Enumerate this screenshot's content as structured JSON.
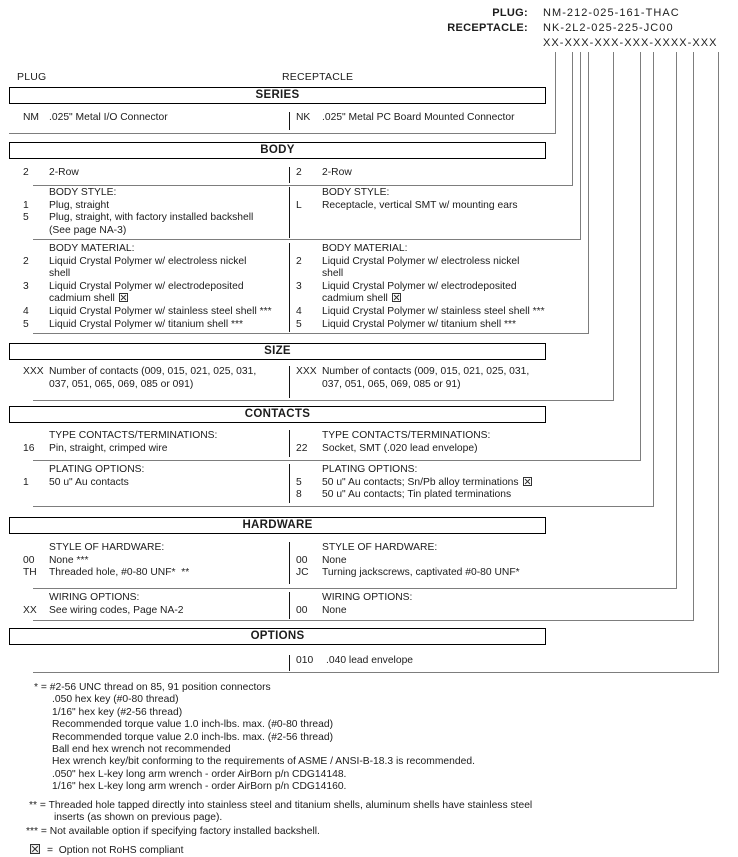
{
  "colors": {
    "text": "#1c1c1c",
    "box_border": "#000000",
    "connector_line": "#7d7d7d"
  },
  "header": {
    "plug_label": "PLUG:",
    "plug_value": "NM-212-025-161-THAC",
    "receptacle_label": "RECEPTACLE:",
    "receptacle_value": "NK-2L2-025-225-JC00",
    "mask": "XX-XXX-XXX-XXX-XXXX-XXX"
  },
  "columns": {
    "left": "PLUG",
    "right": "RECEPTACLE"
  },
  "sections": {
    "series": {
      "title": "SERIES",
      "left": {
        "code": "NM",
        "lines": [
          ".025\" Metal I/O Connector"
        ]
      },
      "right": {
        "code": "NK",
        "lines": [
          ".025\" Metal PC Board Mounted Connector"
        ]
      }
    },
    "body": {
      "title": "BODY",
      "row": {
        "left": {
          "code": "2",
          "lines": [
            "2-Row"
          ]
        },
        "right": {
          "code": "2",
          "lines": [
            "2-Row"
          ]
        }
      },
      "style": {
        "left": {
          "header": "BODY STYLE:",
          "items": [
            {
              "code": "1",
              "lines": [
                "Plug, straight"
              ]
            },
            {
              "code": "5",
              "lines": [
                "Plug, straight, with factory installed backshell",
                "(See page NA-3)"
              ]
            }
          ]
        },
        "right": {
          "header": "BODY STYLE:",
          "items": [
            {
              "code": "L",
              "lines": [
                "Receptacle, vertical SMT w/ mounting ears"
              ]
            }
          ]
        }
      },
      "material": {
        "left": {
          "header": "BODY MATERIAL:",
          "items": [
            {
              "code": "2",
              "lines": [
                "Liquid Crystal Polymer w/ electroless nickel",
                "shell"
              ]
            },
            {
              "code": "3",
              "lines": [
                "Liquid Crystal Polymer w/ electrodeposited",
                "cadmium shell"
              ],
              "mark": "not-rohs"
            },
            {
              "code": "4",
              "lines": [
                "Liquid Crystal Polymer w/ stainless steel shell ***"
              ]
            },
            {
              "code": "5",
              "lines": [
                "Liquid Crystal Polymer w/ titanium shell ***"
              ]
            }
          ]
        },
        "right": {
          "header": "BODY MATERIAL:",
          "items": [
            {
              "code": "2",
              "lines": [
                "Liquid Crystal Polymer w/ electroless nickel",
                "shell"
              ]
            },
            {
              "code": "3",
              "lines": [
                "Liquid Crystal Polymer w/ electrodeposited",
                "cadmium shell"
              ],
              "mark": "not-rohs"
            },
            {
              "code": "4",
              "lines": [
                "Liquid Crystal Polymer w/ stainless steel shell ***"
              ]
            },
            {
              "code": "5",
              "lines": [
                "Liquid Crystal Polymer w/ titanium shell ***"
              ]
            }
          ]
        }
      }
    },
    "size": {
      "title": "SIZE",
      "left": {
        "code": "XXX",
        "lines": [
          "Number of contacts (009, 015, 021, 025, 031,",
          "037, 051, 065, 069, 085 or 091)"
        ]
      },
      "right": {
        "code": "XXX",
        "lines": [
          "Number of contacts (009, 015, 021, 025, 031,",
          "037, 051, 065, 069, 085 or 91)"
        ]
      }
    },
    "contacts": {
      "title": "CONTACTS",
      "type": {
        "left": {
          "header": "TYPE CONTACTS/TERMINATIONS:",
          "items": [
            {
              "code": "16",
              "lines": [
                "Pin, straight, crimped wire"
              ]
            }
          ]
        },
        "right": {
          "header": "TYPE CONTACTS/TERMINATIONS:",
          "items": [
            {
              "code": "22",
              "lines": [
                "Socket, SMT (.020 lead envelope)"
              ]
            }
          ]
        }
      },
      "plating": {
        "left": {
          "header": "PLATING OPTIONS:",
          "items": [
            {
              "code": "1",
              "lines": [
                "50 u\" Au contacts"
              ]
            }
          ]
        },
        "right": {
          "header": "PLATING OPTIONS:",
          "items": [
            {
              "code": "5",
              "lines": [
                "50 u\" Au contacts; Sn/Pb alloy terminations"
              ],
              "mark": "not-rohs"
            },
            {
              "code": "8",
              "lines": [
                "50 u\" Au contacts; Tin plated terminations"
              ]
            }
          ]
        }
      }
    },
    "hardware": {
      "title": "HARDWARE",
      "style": {
        "left": {
          "header": "STYLE OF HARDWARE:",
          "items": [
            {
              "code": "00",
              "lines": [
                "None ***"
              ]
            },
            {
              "code": "TH",
              "lines": [
                "Threaded hole, #0-80 UNF*  **"
              ]
            }
          ]
        },
        "right": {
          "header": "STYLE OF HARDWARE:",
          "items": [
            {
              "code": "00",
              "lines": [
                "None"
              ]
            },
            {
              "code": "JC",
              "lines": [
                "Turning jackscrews, captivated #0-80 UNF*"
              ]
            }
          ]
        }
      },
      "wiring": {
        "left": {
          "header": "WIRING OPTIONS:",
          "items": [
            {
              "code": "XX",
              "lines": [
                "See wiring codes, Page NA-2"
              ]
            }
          ]
        },
        "right": {
          "header": "WIRING OPTIONS:",
          "items": [
            {
              "code": "00",
              "lines": [
                "None"
              ]
            }
          ]
        }
      }
    },
    "options": {
      "title": "OPTIONS",
      "right": {
        "code": "010",
        "lines": [
          ".040 lead envelope"
        ]
      }
    }
  },
  "footnotes": {
    "star": [
      "* = #2-56 UNC thread on 85, 91 position connectors",
      ".050 hex key (#0-80 thread)",
      "1/16\" hex key (#2-56 thread)",
      "Recommended torque value 1.0 inch-lbs. max. (#0-80 thread)",
      "Recommended torque value 2.0 inch-lbs. max. (#2-56 thread)",
      "Ball end hex wrench not recommended",
      "Hex wrench key/bit conforming to the requirements of ASME / ANSI-B-18.3 is recommended.",
      ".050\" hex L-key long arm wrench - order AirBorn p/n CDG14148.",
      "1/16\" hex L-key long arm wrench - order AirBorn p/n CDG14160."
    ],
    "double_star": [
      "** = Threaded hole tapped directly into stainless steel and titanium shells, aluminum shells have stainless steel",
      "inserts (as shown on previous page)."
    ],
    "triple_star": "*** = Not available option if specifying factory installed backshell.",
    "rohs_legend": "=  Option not RoHS compliant"
  }
}
